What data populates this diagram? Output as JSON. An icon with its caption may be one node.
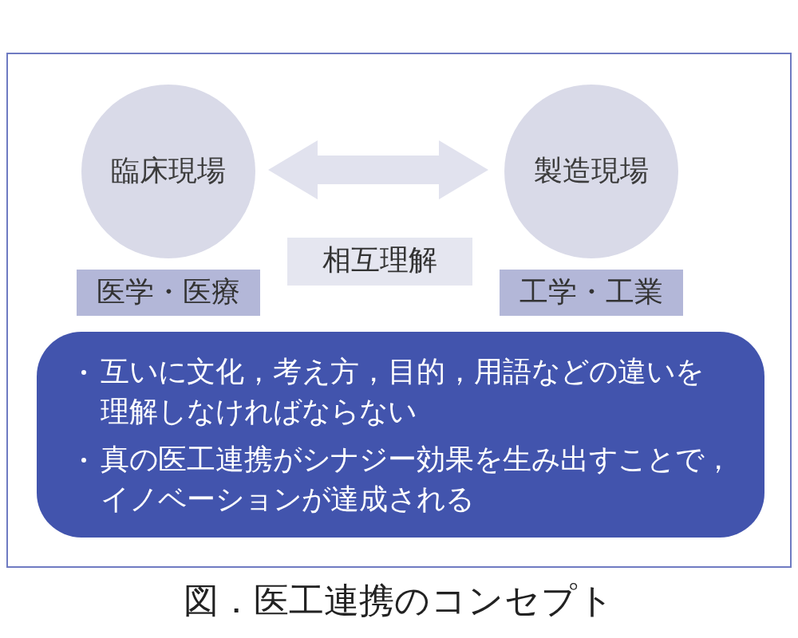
{
  "diagram": {
    "caption": "図．医工連携のコンセプト",
    "nodes": [
      {
        "text": [],
        "shape": "box"
      },
      {
        "text": [
          "臨床現場"
        ],
        "in": 0
      },
      {
        "text": [
          "製造現場"
        ],
        "in": 0
      },
      {
        "text": [
          "相互理解"
        ],
        "in": 0
      },
      {
        "text": [
          "医学・医療"
        ],
        "in": 0
      },
      {
        "text": [
          "工学・工業"
        ],
        "in": 0
      },
      {
        "text": [
          "互いに文化，考え方，目的，用語などの違いを理解しなければならない",
          "真の医工連携がシナジー効果を生み出すことで，イノベーションが達成される"
        ],
        "in": 0
      }
    ],
    "edges": [
      {
        "from": 1,
        "to": 2,
        "arrow": "both",
        "style": "thick"
      }
    ]
  }
}
